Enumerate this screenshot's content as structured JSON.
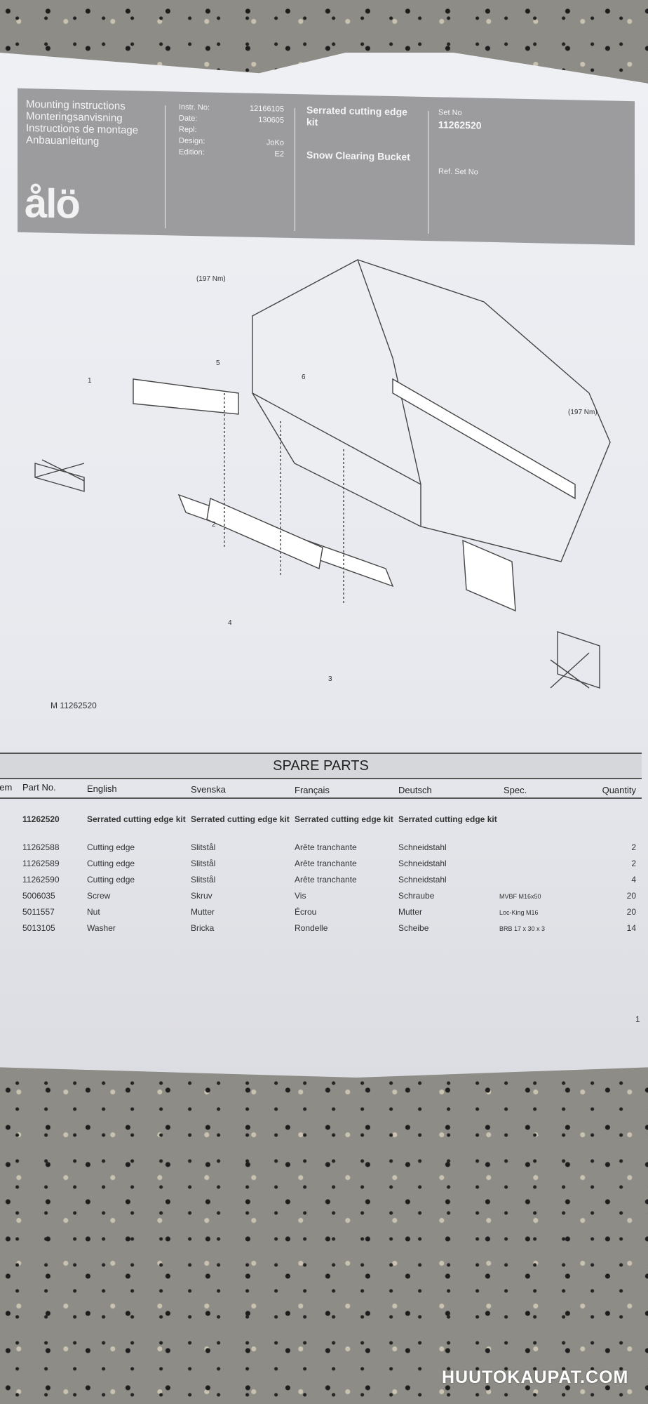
{
  "header": {
    "titles": [
      "Mounting instructions",
      "Monteringsanvisning",
      "Instructions de montage",
      "Anbauanleitung"
    ],
    "logo": "ålö",
    "fields": [
      {
        "label": "Instr. No:",
        "value": "12166105"
      },
      {
        "label": "Date:",
        "value": "130605"
      },
      {
        "label": "Repl:",
        "value": ""
      },
      {
        "label": "Design:",
        "value": "JoKo"
      },
      {
        "label": "Edition:",
        "value": "E2"
      }
    ],
    "product_line1": "Serrated cutting edge",
    "product_line2": "kit",
    "product_line3": "Snow Clearing Bucket",
    "set_no_label": "Set No",
    "set_no": "11262520",
    "ref_set_label": "Ref. Set No"
  },
  "diagram": {
    "torque": "(197 Nm)",
    "callouts": [
      "1",
      "2",
      "3",
      "4",
      "5",
      "6"
    ],
    "model_ref": "M 11262520"
  },
  "spare_parts": {
    "title": "SPARE PARTS",
    "columns": [
      "Item",
      "Part No.",
      "English",
      "Svenska",
      "Français",
      "Deutsch",
      "Spec.",
      "Quantity"
    ],
    "kit": {
      "part_no": "11262520",
      "english": "Serrated cutting edge kit",
      "svenska": "Serrated cutting edge kit",
      "francais": "Serrated cutting edge kit",
      "deutsch": "Serrated cutting edge kit"
    },
    "rows": [
      {
        "part_no": "11262588",
        "english": "Cutting edge",
        "svenska": "Slitstål",
        "francais": "Arête tranchante",
        "deutsch": "Schneidstahl",
        "spec": "",
        "qty": "2"
      },
      {
        "part_no": "11262589",
        "english": "Cutting edge",
        "svenska": "Slitstål",
        "francais": "Arête tranchante",
        "deutsch": "Schneidstahl",
        "spec": "",
        "qty": "2"
      },
      {
        "part_no": "11262590",
        "english": "Cutting edge",
        "svenska": "Slitstål",
        "francais": "Arête tranchante",
        "deutsch": "Schneidstahl",
        "spec": "",
        "qty": "4"
      },
      {
        "part_no": "5006035",
        "english": "Screw",
        "svenska": "Skruv",
        "francais": "Vis",
        "deutsch": "Schraube",
        "spec": "MVBF M16x50",
        "qty": "20"
      },
      {
        "part_no": "5011557",
        "english": "Nut",
        "svenska": "Mutter",
        "francais": "Écrou",
        "deutsch": "Mutter",
        "spec": "Loc-King M16",
        "qty": "20"
      },
      {
        "part_no": "5013105",
        "english": "Washer",
        "svenska": "Bricka",
        "francais": "Rondelle",
        "deutsch": "Scheibe",
        "spec": "BRB 17 x 30 x 3",
        "qty": "14"
      }
    ]
  },
  "page_number": "1",
  "watermark": "HUUTOKAUPAT.COM"
}
